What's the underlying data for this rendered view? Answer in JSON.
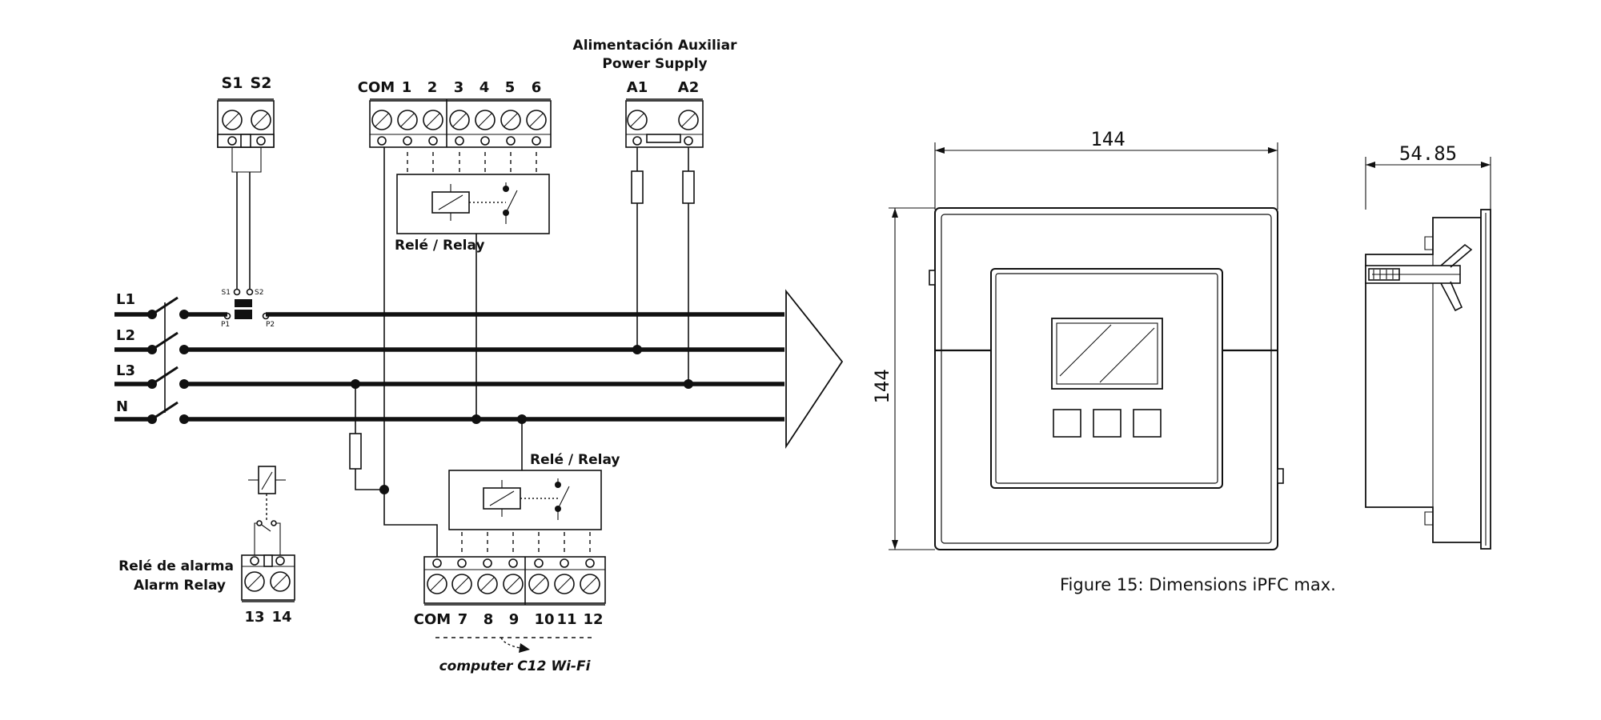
{
  "diagram": {
    "ct_terminals": {
      "s1": "S1",
      "s2": "S2"
    },
    "ct": {
      "s1": "S1",
      "s2": "S2",
      "p1": "P1",
      "p2": "P2"
    },
    "relay_terminals_top": [
      "COM",
      "1",
      "2",
      "3",
      "4",
      "5",
      "6"
    ],
    "relay_terminals_bottom": [
      "COM",
      "7",
      "8",
      "9",
      "10",
      "11",
      "12"
    ],
    "relay_label_top": "Relé / Relay",
    "relay_label_bottom": "Relé / Relay",
    "aux_supply_label_es": "Alimentación Auxiliar",
    "aux_supply_label_en": "Power Supply",
    "aux_terminals": [
      "A1",
      "A2"
    ],
    "phases": [
      "L1",
      "L2",
      "L3",
      "N"
    ],
    "alarm_label_es": "Relé de alarma",
    "alarm_label_en": "Alarm Relay",
    "alarm_terminals": [
      "13",
      "14"
    ],
    "computer_label": "computer C12 Wi-Fi"
  },
  "dimensions": {
    "front_width": "144",
    "front_height": "144",
    "depth": "54.85"
  },
  "caption": "Figure 15: Dimensions iPFC max."
}
